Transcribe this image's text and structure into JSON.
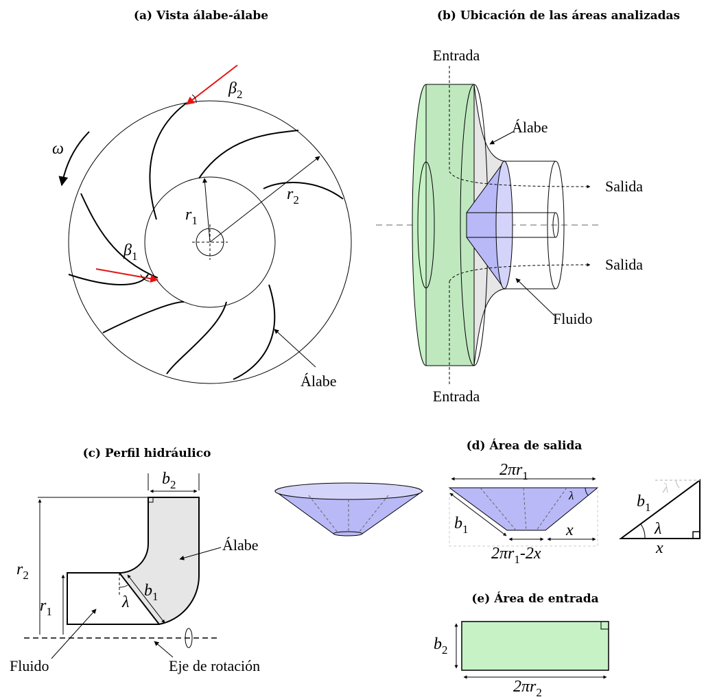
{
  "panels": {
    "a": {
      "title": "(a) Vista álabe-álabe"
    },
    "b": {
      "title": "(b) Ubicación de las áreas analizadas"
    },
    "c": {
      "title": "(c) Perfil hidráulico"
    },
    "d": {
      "title": "(d) Área de salida"
    },
    "e": {
      "title": "(e) Área de entrada"
    }
  },
  "labels": {
    "alabe": "Álabe",
    "entrada": "Entrada",
    "salida": "Salida",
    "fluido": "Fluido",
    "eje": "Eje de rotación"
  },
  "symbols": {
    "omega": "ω",
    "beta": "β",
    "lambda": "λ",
    "r": "r",
    "b": "b",
    "x": "x",
    "two_pi_r1_prefix": "2π",
    "minus_2x": "-2x",
    "sub1": "1",
    "sub2": "2"
  },
  "colors": {
    "vector": "#e51414",
    "fluid_blue": "#b9b9f7",
    "inlet_green": "#c6f2c6",
    "blade_gray": "#e6e6e6"
  }
}
